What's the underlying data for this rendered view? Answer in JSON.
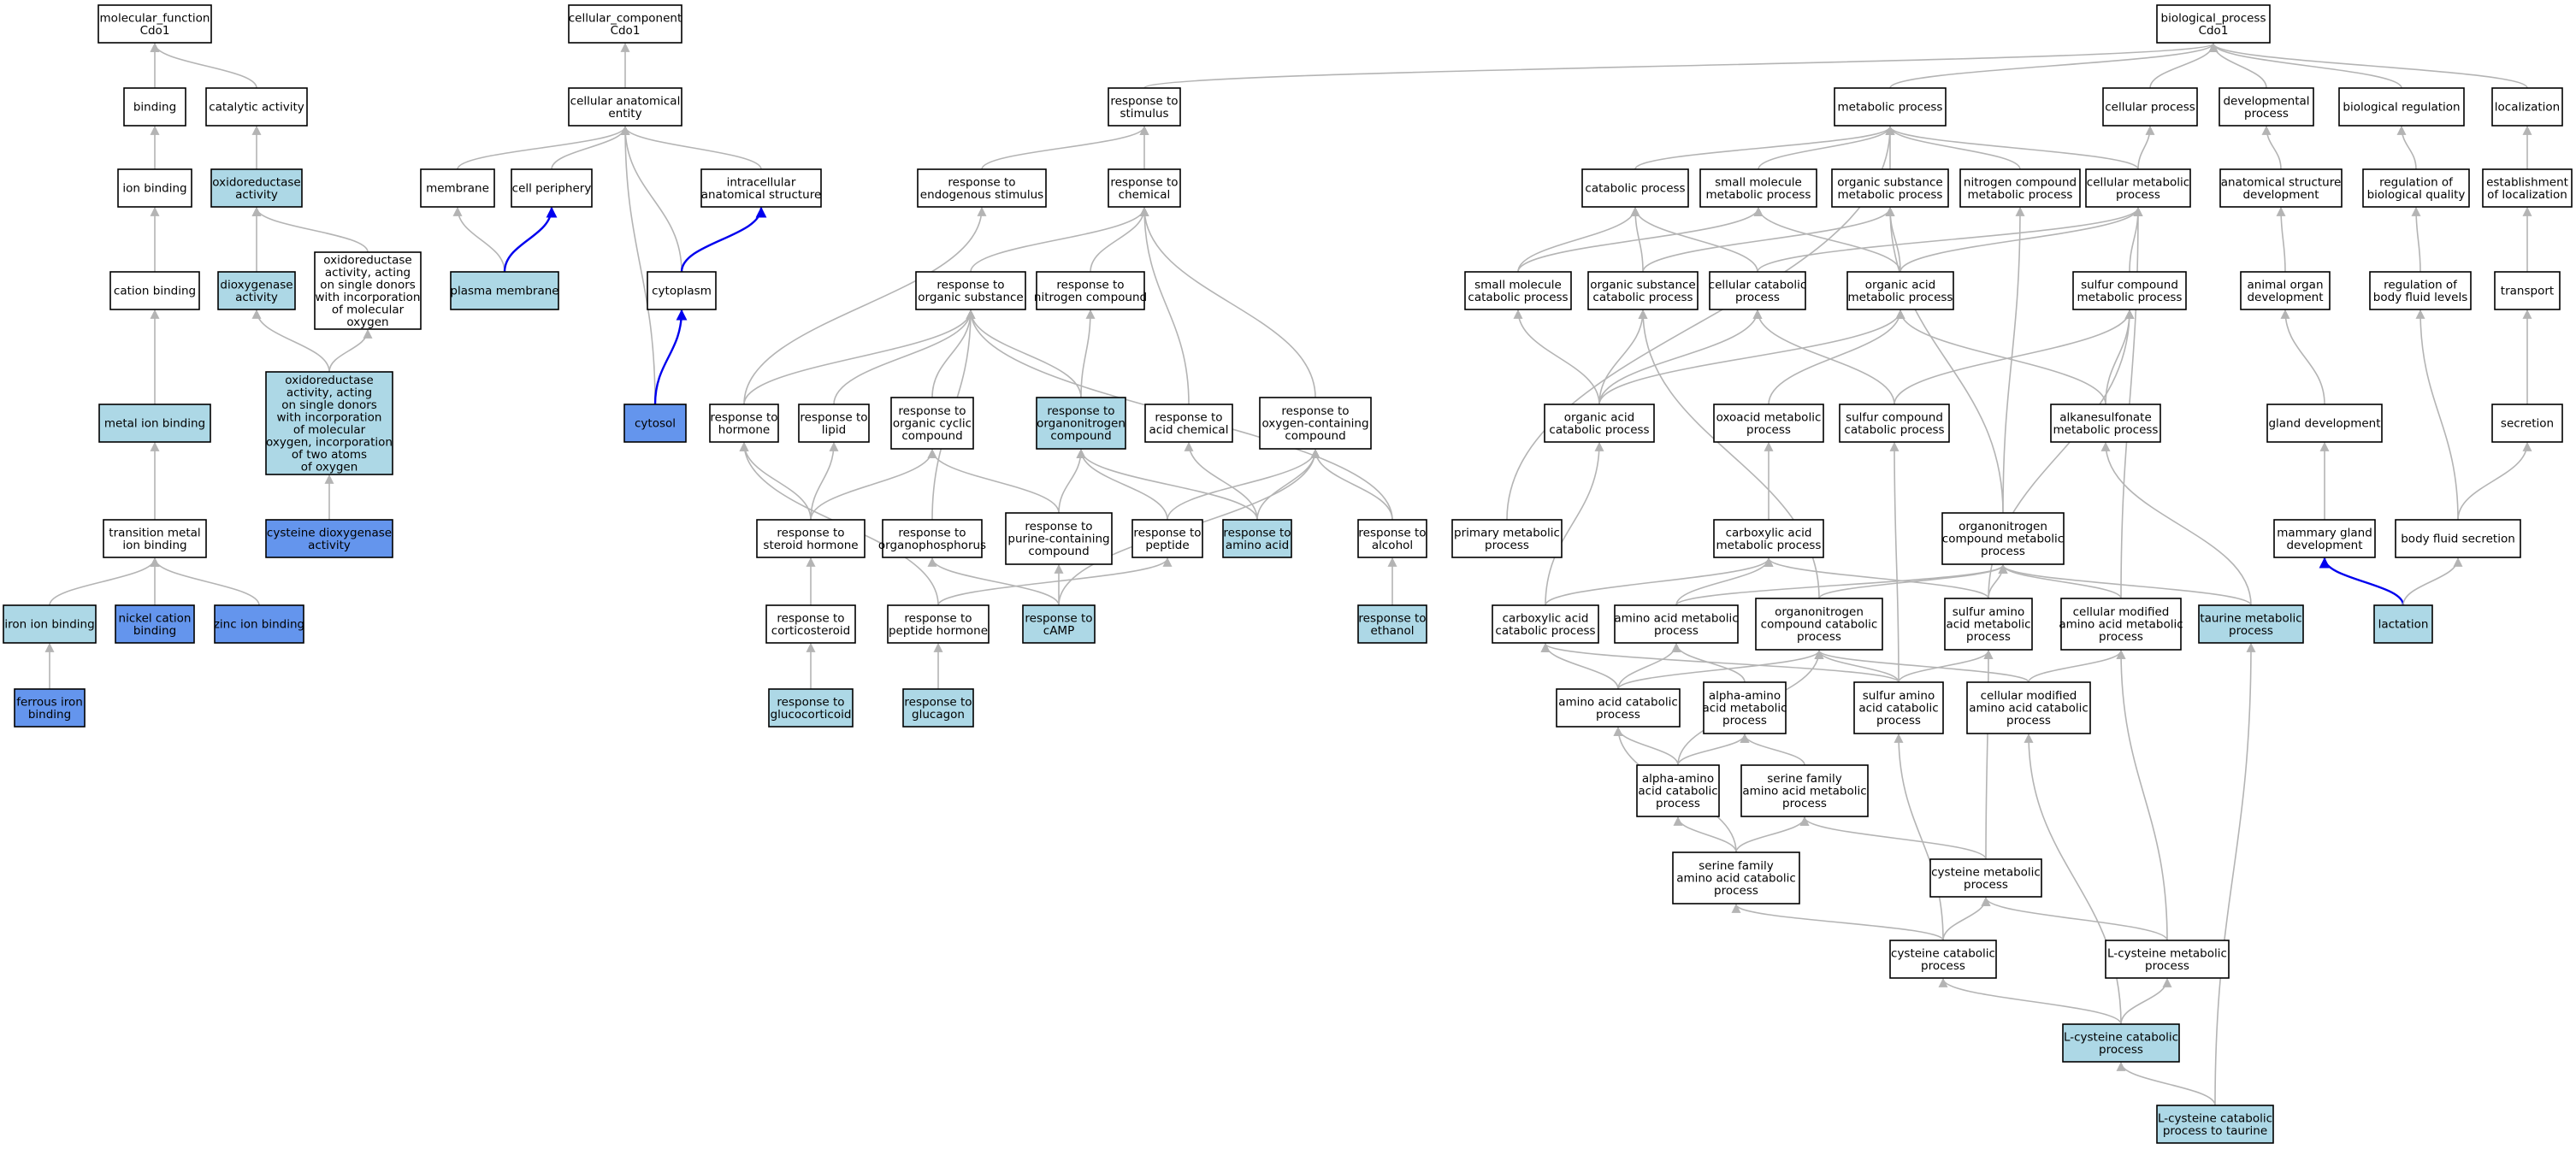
{
  "colors": {
    "plain": "#ffffff",
    "light": "#add8e6",
    "dark": "#6495ed",
    "edge": "#b4b4b4",
    "blue_edge": "#0000ee"
  },
  "nodes": {
    "mf_root": {
      "lines": [
        "molecular_function",
        "Cdo1"
      ],
      "style": "plain"
    },
    "binding": {
      "lines": [
        "binding"
      ],
      "style": "plain"
    },
    "catalytic": {
      "lines": [
        "catalytic activity"
      ],
      "style": "plain"
    },
    "ion_binding": {
      "lines": [
        "ion binding"
      ],
      "style": "plain"
    },
    "oxidoreductase": {
      "lines": [
        "oxidoreductase",
        "activity"
      ],
      "style": "light"
    },
    "cation_binding": {
      "lines": [
        "cation binding"
      ],
      "style": "plain"
    },
    "dioxygenase": {
      "lines": [
        "dioxygenase",
        "activity"
      ],
      "style": "light"
    },
    "oxred_single": {
      "lines": [
        "oxidoreductase",
        "activity, acting",
        "on single donors",
        "with incorporation",
        "of molecular",
        "oxygen"
      ],
      "style": "plain"
    },
    "oxred_two": {
      "lines": [
        "oxidoreductase",
        "activity, acting",
        "on single donors",
        "with incorporation",
        "of molecular",
        "oxygen, incorporation",
        "of two atoms",
        "of oxygen"
      ],
      "style": "light"
    },
    "metal_ion": {
      "lines": [
        "metal ion binding"
      ],
      "style": "light"
    },
    "cys_dioxygenase": {
      "lines": [
        "cysteine dioxygenase",
        "activity"
      ],
      "style": "dark"
    },
    "transition_metal": {
      "lines": [
        "transition metal",
        "ion binding"
      ],
      "style": "plain"
    },
    "iron_ion": {
      "lines": [
        "iron ion binding"
      ],
      "style": "light"
    },
    "nickel": {
      "lines": [
        "nickel cation",
        "binding"
      ],
      "style": "dark"
    },
    "zinc": {
      "lines": [
        "zinc ion binding"
      ],
      "style": "dark"
    },
    "ferrous": {
      "lines": [
        "ferrous iron",
        "binding"
      ],
      "style": "dark"
    },
    "cc_root": {
      "lines": [
        "cellular_component",
        "Cdo1"
      ],
      "style": "plain"
    },
    "cae": {
      "lines": [
        "cellular anatomical",
        "entity"
      ],
      "style": "plain"
    },
    "membrane": {
      "lines": [
        "membrane"
      ],
      "style": "plain"
    },
    "periphery": {
      "lines": [
        "cell periphery"
      ],
      "style": "plain"
    },
    "intracellular": {
      "lines": [
        "intracellular",
        "anatomical structure"
      ],
      "style": "plain"
    },
    "plasma_membrane": {
      "lines": [
        "plasma membrane"
      ],
      "style": "light"
    },
    "cytoplasm": {
      "lines": [
        "cytoplasm"
      ],
      "style": "plain"
    },
    "cytosol": {
      "lines": [
        "cytosol"
      ],
      "style": "dark"
    },
    "resp_stimulus": {
      "lines": [
        "response to",
        "stimulus"
      ],
      "style": "plain"
    },
    "resp_endogenous": {
      "lines": [
        "response to",
        "endogenous stimulus"
      ],
      "style": "plain"
    },
    "resp_chemical": {
      "lines": [
        "response to",
        "chemical"
      ],
      "style": "plain"
    },
    "resp_organic": {
      "lines": [
        "response to",
        "organic substance"
      ],
      "style": "plain"
    },
    "resp_nitrogen": {
      "lines": [
        "response to",
        "nitrogen compound"
      ],
      "style": "plain"
    },
    "resp_hormone": {
      "lines": [
        "response to",
        "hormone"
      ],
      "style": "plain"
    },
    "resp_lipid": {
      "lines": [
        "response to",
        "lipid"
      ],
      "style": "plain"
    },
    "resp_org_cyclic": {
      "lines": [
        "response to",
        "organic cyclic",
        "compound"
      ],
      "style": "plain"
    },
    "resp_organonitrogen": {
      "lines": [
        "response to",
        "organonitrogen",
        "compound"
      ],
      "style": "light"
    },
    "resp_acid_chem": {
      "lines": [
        "response to",
        "acid chemical"
      ],
      "style": "plain"
    },
    "resp_oxygen": {
      "lines": [
        "response to",
        "oxygen-containing",
        "compound"
      ],
      "style": "plain"
    },
    "resp_steroid": {
      "lines": [
        "response to",
        "steroid hormone"
      ],
      "style": "plain"
    },
    "resp_organophos": {
      "lines": [
        "response to",
        "organophosphorus"
      ],
      "style": "plain"
    },
    "resp_purine": {
      "lines": [
        "response to",
        "purine-containing",
        "compound"
      ],
      "style": "plain"
    },
    "resp_peptide": {
      "lines": [
        "response to",
        "peptide"
      ],
      "style": "plain"
    },
    "resp_amino_acid": {
      "lines": [
        "response to",
        "amino acid"
      ],
      "style": "light"
    },
    "resp_alcohol": {
      "lines": [
        "response to",
        "alcohol"
      ],
      "style": "plain"
    },
    "resp_cortico": {
      "lines": [
        "response to",
        "corticosteroid"
      ],
      "style": "plain"
    },
    "resp_pep_hormone": {
      "lines": [
        "response to",
        "peptide hormone"
      ],
      "style": "plain"
    },
    "resp_camp": {
      "lines": [
        "response to",
        "cAMP"
      ],
      "style": "light"
    },
    "resp_ethanol": {
      "lines": [
        "response to",
        "ethanol"
      ],
      "style": "light"
    },
    "resp_gluco": {
      "lines": [
        "response to",
        "glucocorticoid"
      ],
      "style": "light"
    },
    "resp_glucagon": {
      "lines": [
        "response to",
        "glucagon"
      ],
      "style": "light"
    },
    "bp_root": {
      "lines": [
        "biological_process",
        "Cdo1"
      ],
      "style": "plain"
    },
    "metabolic": {
      "lines": [
        "metabolic process"
      ],
      "style": "plain"
    },
    "cellular_proc": {
      "lines": [
        "cellular process"
      ],
      "style": "plain"
    },
    "developmental": {
      "lines": [
        "developmental",
        "process"
      ],
      "style": "plain"
    },
    "bio_regulation": {
      "lines": [
        "biological regulation"
      ],
      "style": "plain"
    },
    "localization": {
      "lines": [
        "localization"
      ],
      "style": "plain"
    },
    "catabolic": {
      "lines": [
        "catabolic process"
      ],
      "style": "plain"
    },
    "small_mol_met": {
      "lines": [
        "small molecule",
        "metabolic process"
      ],
      "style": "plain"
    },
    "org_sub_met": {
      "lines": [
        "organic substance",
        "metabolic process"
      ],
      "style": "plain"
    },
    "nitrogen_met": {
      "lines": [
        "nitrogen compound",
        "metabolic process"
      ],
      "style": "plain"
    },
    "cellular_met": {
      "lines": [
        "cellular metabolic",
        "process"
      ],
      "style": "plain"
    },
    "anat_struct": {
      "lines": [
        "anatomical structure",
        "development"
      ],
      "style": "plain"
    },
    "reg_bio_quality": {
      "lines": [
        "regulation of",
        "biological quality"
      ],
      "style": "plain"
    },
    "est_localization": {
      "lines": [
        "establishment",
        "of localization"
      ],
      "style": "plain"
    },
    "small_mol_cat": {
      "lines": [
        "small molecule",
        "catabolic process"
      ],
      "style": "plain"
    },
    "org_sub_cat": {
      "lines": [
        "organic substance",
        "catabolic process"
      ],
      "style": "plain"
    },
    "cellular_cat": {
      "lines": [
        "cellular catabolic",
        "process"
      ],
      "style": "plain"
    },
    "organic_acid_met": {
      "lines": [
        "organic acid",
        "metabolic process"
      ],
      "style": "plain"
    },
    "sulfur_cpd_met": {
      "lines": [
        "sulfur compound",
        "metabolic process"
      ],
      "style": "plain"
    },
    "animal_organ": {
      "lines": [
        "animal organ",
        "development"
      ],
      "style": "plain"
    },
    "reg_body_fluid": {
      "lines": [
        "regulation of",
        "body fluid levels"
      ],
      "style": "plain"
    },
    "transport": {
      "lines": [
        "transport"
      ],
      "style": "plain"
    },
    "organic_acid_cat": {
      "lines": [
        "organic acid",
        "catabolic process"
      ],
      "style": "plain"
    },
    "oxoacid_met": {
      "lines": [
        "oxoacid metabolic",
        "process"
      ],
      "style": "plain"
    },
    "sulfur_cpd_cat": {
      "lines": [
        "sulfur compound",
        "catabolic process"
      ],
      "style": "plain"
    },
    "alkanesulfonate": {
      "lines": [
        "alkanesulfonate",
        "metabolic process"
      ],
      "style": "plain"
    },
    "gland_dev": {
      "lines": [
        "gland development"
      ],
      "style": "plain"
    },
    "secretion": {
      "lines": [
        "secretion"
      ],
      "style": "plain"
    },
    "primary_met": {
      "lines": [
        "primary metabolic",
        "process"
      ],
      "style": "plain"
    },
    "carboxylic_met": {
      "lines": [
        "carboxylic acid",
        "metabolic process"
      ],
      "style": "plain"
    },
    "organonitrogen_met": {
      "lines": [
        "organonitrogen",
        "compound metabolic",
        "process"
      ],
      "style": "plain"
    },
    "mammary": {
      "lines": [
        "mammary gland",
        "development"
      ],
      "style": "plain"
    },
    "body_fluid_sec": {
      "lines": [
        "body fluid secretion"
      ],
      "style": "plain"
    },
    "carboxylic_cat": {
      "lines": [
        "carboxylic acid",
        "catabolic process"
      ],
      "style": "plain"
    },
    "amino_acid_met": {
      "lines": [
        "amino acid metabolic",
        "process"
      ],
      "style": "plain"
    },
    "organonitrogen_cat": {
      "lines": [
        "organonitrogen",
        "compound catabolic",
        "process"
      ],
      "style": "plain"
    },
    "sulfur_aa_met": {
      "lines": [
        "sulfur amino",
        "acid metabolic",
        "process"
      ],
      "style": "plain"
    },
    "cell_mod_aa_met": {
      "lines": [
        "cellular modified",
        "amino acid metabolic",
        "process"
      ],
      "style": "plain"
    },
    "taurine_met": {
      "lines": [
        "taurine metabolic",
        "process"
      ],
      "style": "light"
    },
    "lactation": {
      "lines": [
        "lactation"
      ],
      "style": "light"
    },
    "aa_cat": {
      "lines": [
        "amino acid catabolic",
        "process"
      ],
      "style": "plain"
    },
    "alpha_aa_met": {
      "lines": [
        "alpha-amino",
        "acid metabolic",
        "process"
      ],
      "style": "plain"
    },
    "sulfur_aa_cat": {
      "lines": [
        "sulfur amino",
        "acid catabolic",
        "process"
      ],
      "style": "plain"
    },
    "cell_mod_aa_cat": {
      "lines": [
        "cellular modified",
        "amino acid catabolic",
        "process"
      ],
      "style": "plain"
    },
    "alpha_aa_cat": {
      "lines": [
        "alpha-amino",
        "acid catabolic",
        "process"
      ],
      "style": "plain"
    },
    "serine_fam_met": {
      "lines": [
        "serine family",
        "amino acid metabolic",
        "process"
      ],
      "style": "plain"
    },
    "serine_fam_cat": {
      "lines": [
        "serine family",
        "amino acid catabolic",
        "process"
      ],
      "style": "plain"
    },
    "cysteine_met": {
      "lines": [
        "cysteine metabolic",
        "process"
      ],
      "style": "plain"
    },
    "cysteine_cat": {
      "lines": [
        "cysteine catabolic",
        "process"
      ],
      "style": "plain"
    },
    "l_cys_met": {
      "lines": [
        "L-cysteine metabolic",
        "process"
      ],
      "style": "plain"
    },
    "l_cys_cat": {
      "lines": [
        "L-cysteine catabolic",
        "process"
      ],
      "style": "light"
    },
    "l_cys_taurine": {
      "lines": [
        "L-cysteine catabolic",
        "process to taurine"
      ],
      "style": "light"
    }
  }
}
